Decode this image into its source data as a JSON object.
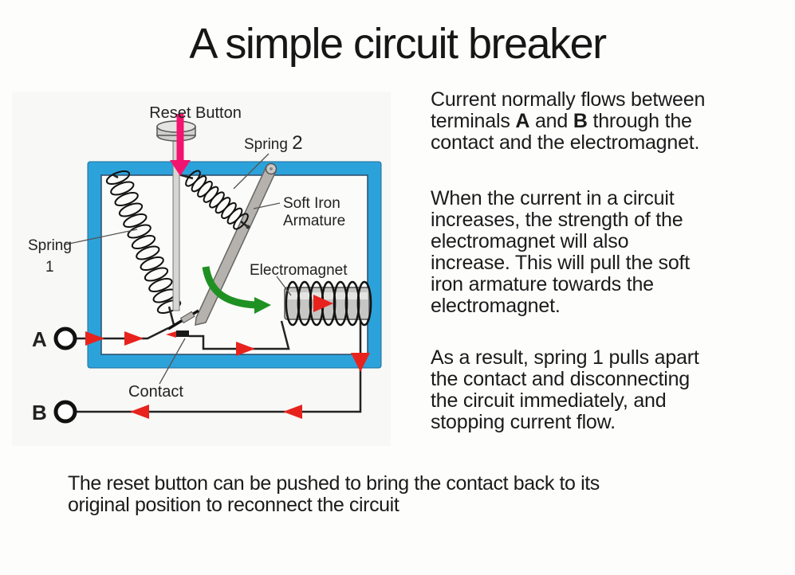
{
  "title": "A simple circuit breaker",
  "diagram": {
    "labels": {
      "reset_button": "Reset Button",
      "spring1_line1": "Spring",
      "spring1_line2": "1",
      "spring2_word": "Spring ",
      "spring2_num": "2",
      "soft_iron_line1": "Soft Iron",
      "soft_iron_line2": "Armature",
      "electromagnet": "Electromagnet",
      "contact": "Contact",
      "terminal_a": "A",
      "terminal_b": "B"
    },
    "colors": {
      "housing_blue": "#2CA2DB",
      "arrow_red": "#E8231D",
      "reset_arrow_pink": "#F3146F",
      "motion_arrow_green": "#1F9122"
    }
  },
  "paragraphs": {
    "p1_pre": "Current normally flows between\nterminals ",
    "p1_a": "A",
    "p1_mid": " and ",
    "p1_b": "B",
    "p1_post": " through the\ncontact and the electromagnet.",
    "p2": "When the current in a circuit\nincreases, the strength of the\nelectromagnet will also\nincrease. This will pull the soft\niron armature towards the\nelectromagnet.",
    "p3": "As a result, spring 1 pulls apart\nthe contact and disconnecting\nthe circuit immediately, and\nstopping current flow."
  },
  "footer": "The reset button can be pushed to bring the contact back to its\noriginal position to reconnect the circuit"
}
